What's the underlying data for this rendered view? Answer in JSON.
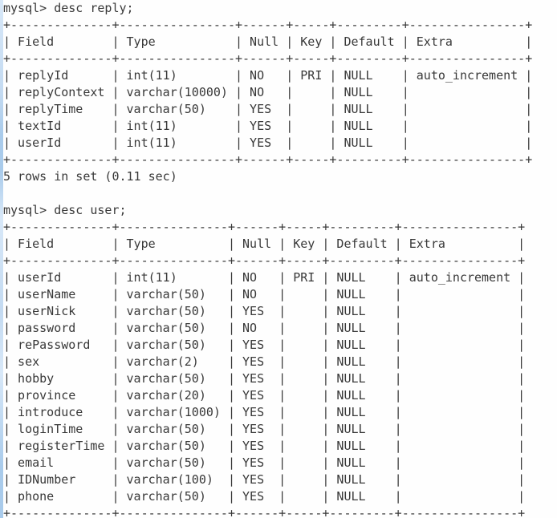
{
  "colors": {
    "text": "#383838",
    "background": "#fefefe",
    "left_strip_light": "#d8e8f8",
    "left_strip_dark": "#a9cbeb",
    "left_strip_mid": "#c3daf1"
  },
  "terminal": {
    "prompt": "mysql>",
    "blocks": [
      {
        "type": "command",
        "text": "mysql> desc reply;"
      },
      {
        "type": "table",
        "name": "reply",
        "columns": [
          "Field",
          "Type",
          "Null",
          "Key",
          "Default",
          "Extra"
        ],
        "rows": [
          [
            "replyId",
            "int(11)",
            "NO",
            "PRI",
            "NULL",
            "auto_increment"
          ],
          [
            "replyContext",
            "varchar(10000)",
            "NO",
            "",
            "NULL",
            ""
          ],
          [
            "replyTime",
            "varchar(50)",
            "YES",
            "",
            "NULL",
            ""
          ],
          [
            "textId",
            "int(11)",
            "YES",
            "",
            "NULL",
            ""
          ],
          [
            "userId",
            "int(11)",
            "YES",
            "",
            "NULL",
            ""
          ]
        ]
      },
      {
        "type": "status",
        "text": "5 rows in set (0.11 sec)"
      },
      {
        "type": "blank"
      },
      {
        "type": "command",
        "text": "mysql> desc user;"
      },
      {
        "type": "table",
        "name": "user",
        "columns": [
          "Field",
          "Type",
          "Null",
          "Key",
          "Default",
          "Extra"
        ],
        "rows": [
          [
            "userId",
            "int(11)",
            "NO",
            "PRI",
            "NULL",
            "auto_increment"
          ],
          [
            "userName",
            "varchar(50)",
            "NO",
            "",
            "NULL",
            ""
          ],
          [
            "userNick",
            "varchar(50)",
            "YES",
            "",
            "NULL",
            ""
          ],
          [
            "password",
            "varchar(50)",
            "NO",
            "",
            "NULL",
            ""
          ],
          [
            "rePassword",
            "varchar(50)",
            "YES",
            "",
            "NULL",
            ""
          ],
          [
            "sex",
            "varchar(2)",
            "YES",
            "",
            "NULL",
            ""
          ],
          [
            "hobby",
            "varchar(50)",
            "YES",
            "",
            "NULL",
            ""
          ],
          [
            "province",
            "varchar(20)",
            "YES",
            "",
            "NULL",
            ""
          ],
          [
            "introduce",
            "varchar(1000)",
            "YES",
            "",
            "NULL",
            ""
          ],
          [
            "loginTime",
            "varchar(50)",
            "YES",
            "",
            "NULL",
            ""
          ],
          [
            "registerTime",
            "varchar(50)",
            "YES",
            "",
            "NULL",
            ""
          ],
          [
            "email",
            "varchar(50)",
            "YES",
            "",
            "NULL",
            ""
          ],
          [
            "IDNumber",
            "varchar(100)",
            "YES",
            "",
            "NULL",
            ""
          ],
          [
            "phone",
            "varchar(50)",
            "YES",
            "",
            "NULL",
            ""
          ]
        ]
      }
    ]
  }
}
